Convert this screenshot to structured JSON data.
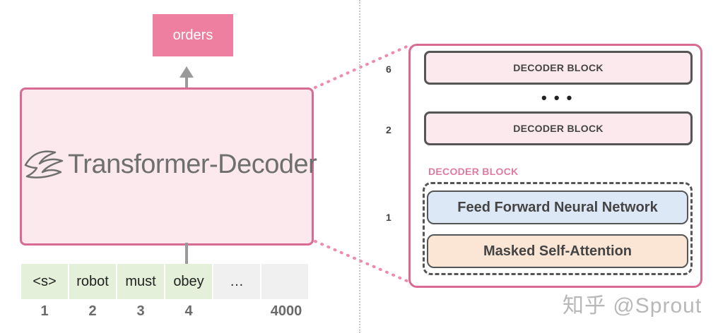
{
  "output_token": "orders",
  "decoder": {
    "title": "Transformer-Decoder",
    "logo_icon": "transformer-logo-icon"
  },
  "input_tokens": [
    "<s>",
    "robot",
    "must",
    "obey",
    "…",
    ""
  ],
  "positions": [
    "1",
    "2",
    "3",
    "4",
    "",
    "4000"
  ],
  "stack": {
    "blocks": [
      {
        "layer": "6",
        "label": "DECODER BLOCK"
      },
      {
        "layer": "2",
        "label": "DECODER BLOCK"
      }
    ],
    "ellipsis": "• • •",
    "expanded": {
      "layer": "1",
      "caption": "DECODER BLOCK",
      "feed_forward": "Feed Forward Neural Network",
      "self_attention": "Masked Self-Attention"
    }
  },
  "watermark": "知乎 @Sprout",
  "colors": {
    "accent_pink": "#ef7fa1",
    "border_pink": "#d86a93",
    "token_green": "#e4f0d9",
    "ffnn_blue": "#dde8f7",
    "attention_peach": "#fbe6d6"
  }
}
